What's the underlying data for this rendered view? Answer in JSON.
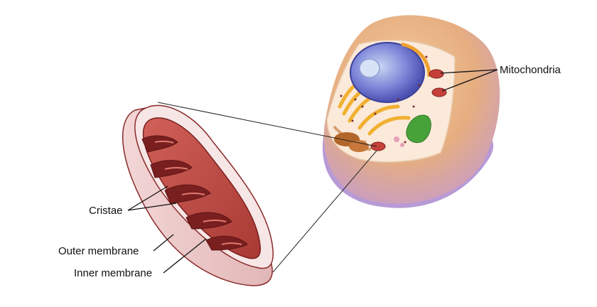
{
  "labels": {
    "mitochondria": "Mitochondria",
    "cristae": "Cristae",
    "outer_membrane": "Outer membrane",
    "inner_membrane": "Inner membrane"
  },
  "colors": {
    "outer_membrane": "#f6e2e2",
    "inner_membrane": "#a8302c",
    "matrix": "#c4504a",
    "cristae_space": "#7a1f1f",
    "cell_body": "#e9b07a",
    "cell_shadow": "#b69ad3",
    "nucleus": "#6b6fd0",
    "golgi": "#f0b030",
    "chloroplast_like": "#48a23a"
  },
  "icons": {
    "mitochondrion": "mitochondrion-cutaway-icon",
    "cell": "animal-cell-icon"
  }
}
